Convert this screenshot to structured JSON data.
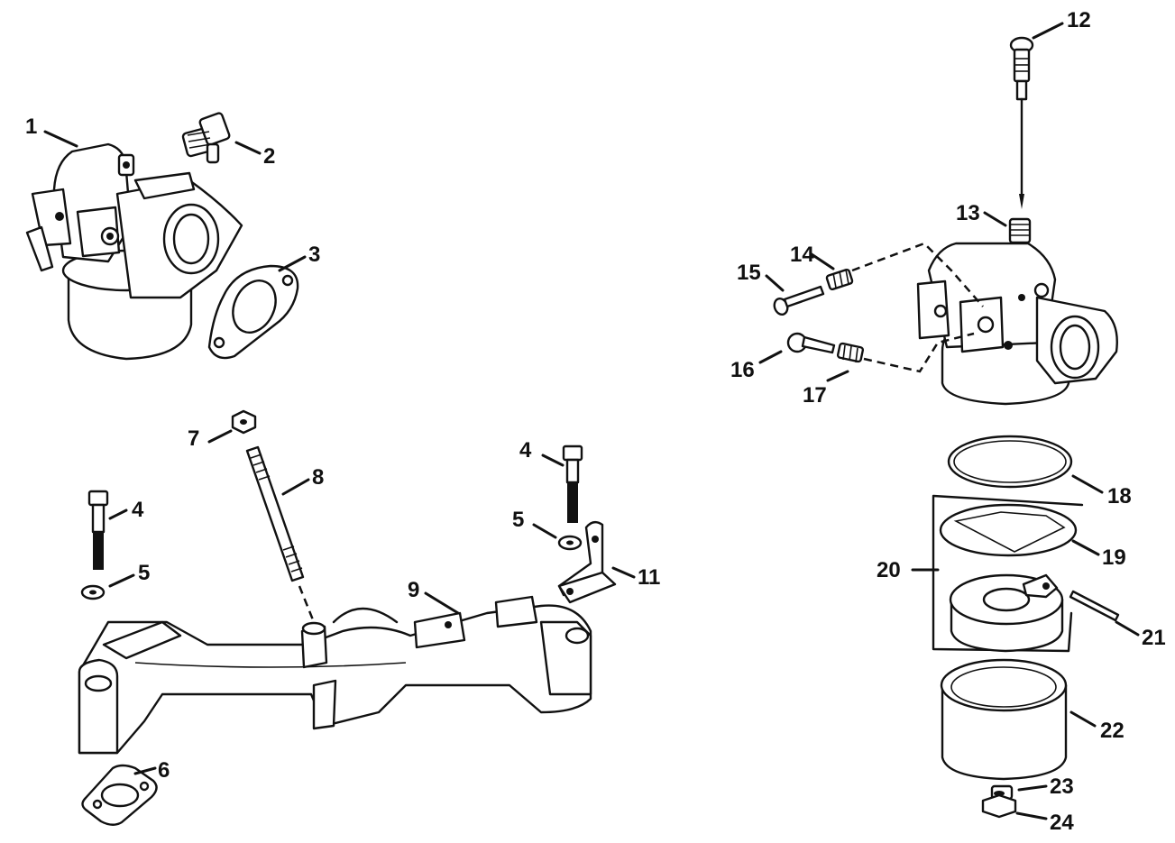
{
  "colors": {
    "ink": "#111111",
    "paper": "#ffffff"
  },
  "callouts": {
    "c1": "1",
    "c2": "2",
    "c3": "3",
    "c4a": "4",
    "c4b": "4",
    "c5a": "5",
    "c5b": "5",
    "c6": "6",
    "c7": "7",
    "c8": "8",
    "c9": "9",
    "c11": "11",
    "c12": "12",
    "c13": "13",
    "c14": "14",
    "c15": "15",
    "c16": "16",
    "c17": "17",
    "c18": "18",
    "c19": "19",
    "c20": "20",
    "c21": "21",
    "c22": "22",
    "c23": "23",
    "c24": "24"
  }
}
